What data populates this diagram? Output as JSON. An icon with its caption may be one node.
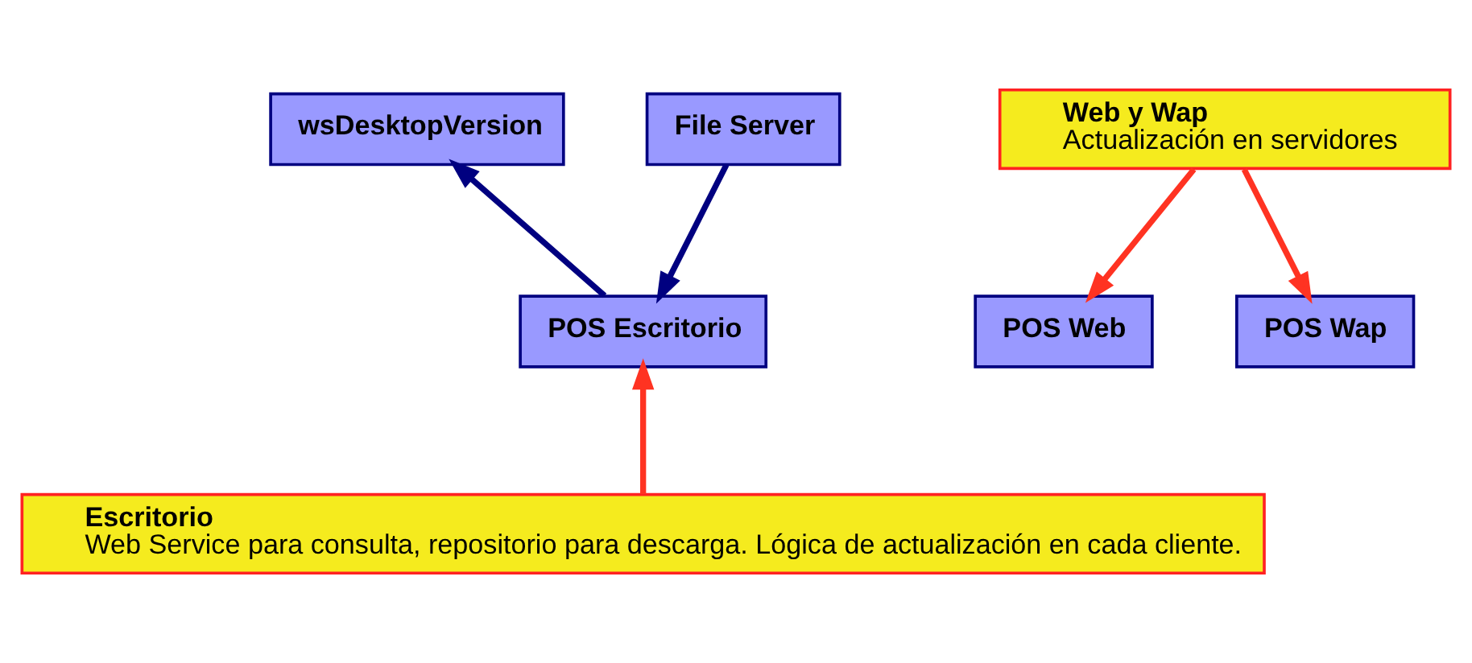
{
  "diagram": {
    "nodes": [
      {
        "text": [
          "wsDesktopVersion"
        ]
      },
      {
        "text": [
          "File Server"
        ]
      },
      {
        "text": [
          "Web y Wap",
          "Actualización en servidores"
        ]
      },
      {
        "text": [
          "POS Escritorio"
        ]
      },
      {
        "text": [
          "POS Web"
        ]
      },
      {
        "text": [
          "POS Wap"
        ]
      },
      {
        "text": [
          "Escritorio",
          "Web Service para consulta, repositorio para descarga. Lógica de actualización en cada cliente."
        ]
      }
    ],
    "edges": [
      {
        "from": 3,
        "to": 0,
        "arrow": "to",
        "color": "#000080"
      },
      {
        "from": 1,
        "to": 3,
        "arrow": "to",
        "color": "#000080"
      },
      {
        "from": 2,
        "to": 4,
        "arrow": "to"
      },
      {
        "from": 2,
        "to": 5,
        "arrow": "to"
      },
      {
        "from": 6,
        "to": 3,
        "arrow": "to"
      }
    ]
  }
}
